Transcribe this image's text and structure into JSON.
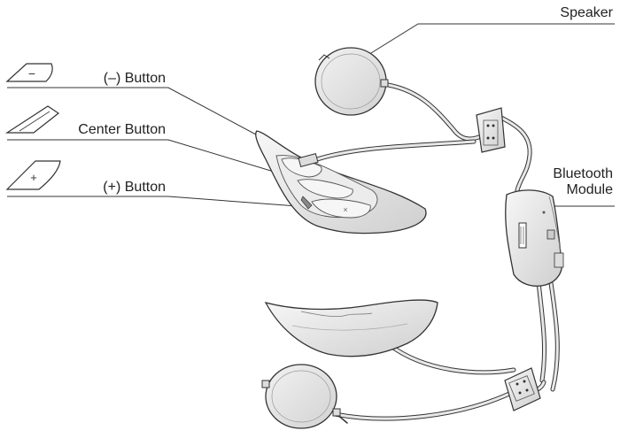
{
  "labels": {
    "speaker": "Speaker",
    "minus_button": "(–) Button",
    "center_button": "Center Button",
    "plus_button": "(+) Button",
    "bluetooth_module_line1": "Bluetooth",
    "bluetooth_module_line2": "Module"
  },
  "icons": {
    "minus_button_glyph": "−",
    "plus_button_glyph": "+",
    "minus_key_icon": "minus-key-icon",
    "center_key_icon": "center-key-icon",
    "plus_key_icon": "plus-key-icon"
  },
  "colors": {
    "line": "#333333",
    "body_fill": "#e6e6e6",
    "body_light": "#f4f4f4",
    "body_shade": "#c9c9c9",
    "text": "#222222"
  }
}
